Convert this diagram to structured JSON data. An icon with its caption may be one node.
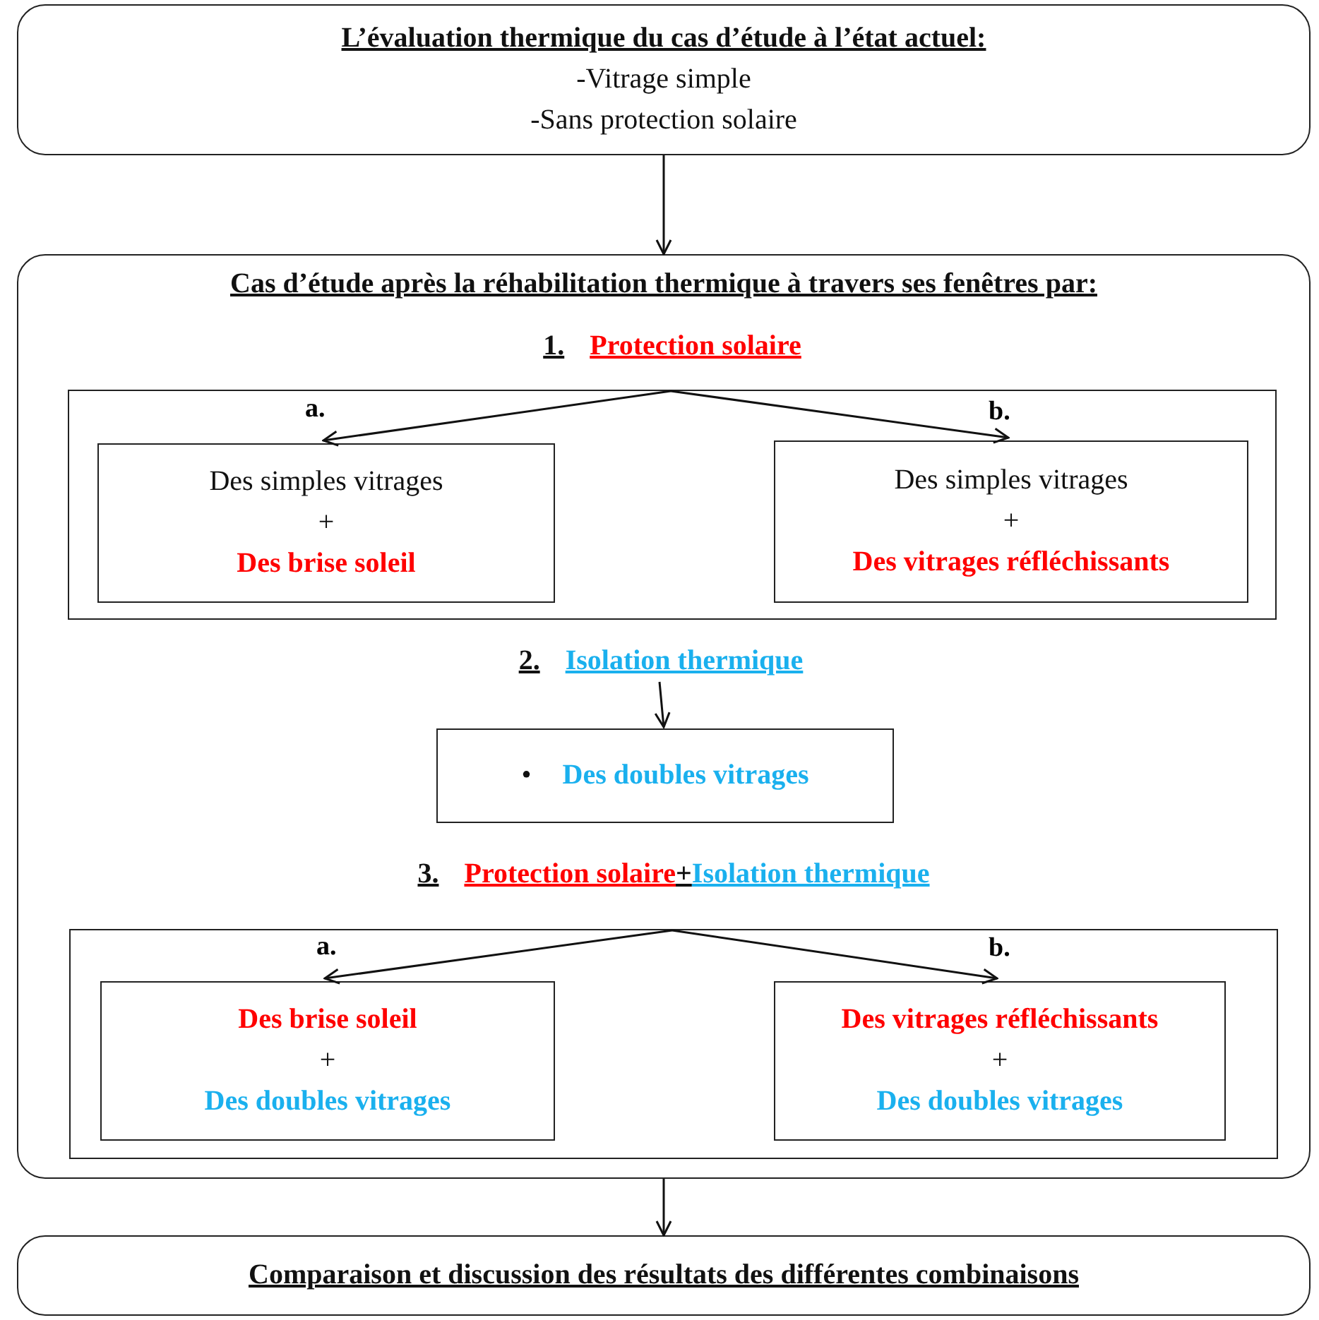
{
  "diagram": {
    "nodes": [
      {
        "text": [
          "L’évaluation thermique du cas d’étude à l’état actuel:",
          "-Vitrage simple",
          "-Sans protection solaire"
        ]
      },
      {
        "text": [
          "Cas d’étude  après la réhabilitation thermique à travers ses fenêtres par:"
        ]
      },
      {
        "text": [
          "1.",
          "Protection solaire"
        ],
        "in": 1
      },
      {
        "text": [
          "Des simples vitrages",
          "+",
          "Des brise soleil"
        ],
        "in": 2
      },
      {
        "text": [
          "Des simples vitrages",
          "+",
          "Des vitrages réfléchissants"
        ],
        "in": 2
      },
      {
        "text": [
          "2.",
          "Isolation thermique"
        ],
        "in": 1
      },
      {
        "text": [
          "•",
          "Des doubles vitrages"
        ],
        "in": 1
      },
      {
        "text": [
          "3.",
          "Protection solaire",
          "+",
          "Isolation thermique"
        ],
        "in": 1
      },
      {
        "text": [
          "Des brise soleil",
          "+",
          "Des doubles vitrages"
        ],
        "in": 7
      },
      {
        "text": [
          "Des vitrages réfléchissants",
          "+",
          "Des doubles vitrages"
        ],
        "in": 7
      },
      {
        "text": [
          "Comparaison  et discussion des résultats des différentes combinaisons"
        ]
      }
    ],
    "edges": [
      {
        "from": 0,
        "to": 1,
        "arrow": "to"
      },
      {
        "from": 2,
        "to": 3,
        "arrow": "to",
        "label": "a."
      },
      {
        "from": 2,
        "to": 4,
        "arrow": "to",
        "label": "b."
      },
      {
        "from": 5,
        "to": 6,
        "arrow": "to"
      },
      {
        "from": 7,
        "to": 8,
        "arrow": "to",
        "label": "a."
      },
      {
        "from": 7,
        "to": 9,
        "arrow": "to",
        "label": "b."
      },
      {
        "from": 1,
        "to": 10,
        "arrow": "to"
      }
    ]
  }
}
